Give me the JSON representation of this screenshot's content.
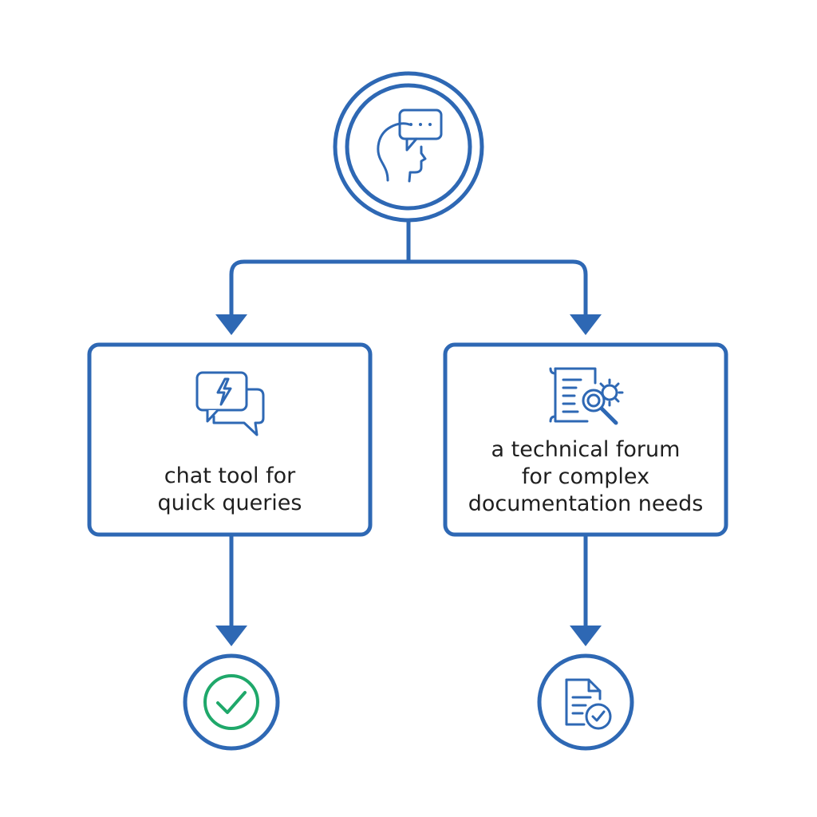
{
  "colors": {
    "stroke": "#2e68b4",
    "check": "#1fa86a",
    "text": "#1f1f1f",
    "background": "#ffffff"
  },
  "root": {
    "icon": "user-chat-bubble-icon"
  },
  "branches": [
    {
      "icon": "chat-lightning-icon",
      "label_lines": [
        "chat tool for",
        "quick queries"
      ],
      "outcome_icon": "check-circle-icon"
    },
    {
      "icon": "document-search-gear-icon",
      "label_lines": [
        "a technical forum",
        "for complex",
        "documentation needs"
      ],
      "outcome_icon": "document-check-icon"
    }
  ]
}
